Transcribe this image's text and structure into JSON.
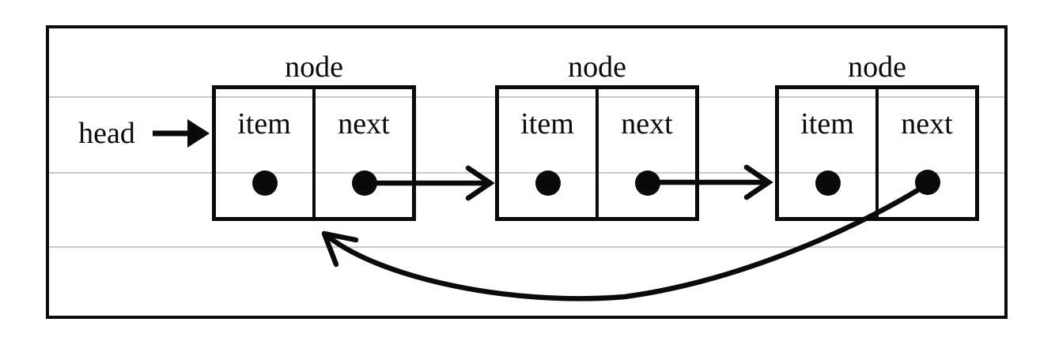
{
  "diagram": {
    "head_label": "head",
    "nodes": [
      {
        "title": "node",
        "fields": [
          "item",
          "next"
        ]
      },
      {
        "title": "node",
        "fields": [
          "item",
          "next"
        ]
      },
      {
        "title": "node",
        "fields": [
          "item",
          "next"
        ]
      }
    ],
    "connections": [
      {
        "from": "head",
        "to": "node-1",
        "style": "solid-triangle-arrow"
      },
      {
        "from": "node-1-next",
        "to": "node-2",
        "style": "open-arrow"
      },
      {
        "from": "node-2-next",
        "to": "node-3",
        "style": "open-arrow"
      },
      {
        "from": "node-3-next",
        "to": "node-1",
        "style": "curved-open-arrow"
      }
    ],
    "colors": {
      "ink": "#0a0a0a",
      "ruled_line": "#c9c9c9",
      "background": "#ffffff"
    }
  }
}
